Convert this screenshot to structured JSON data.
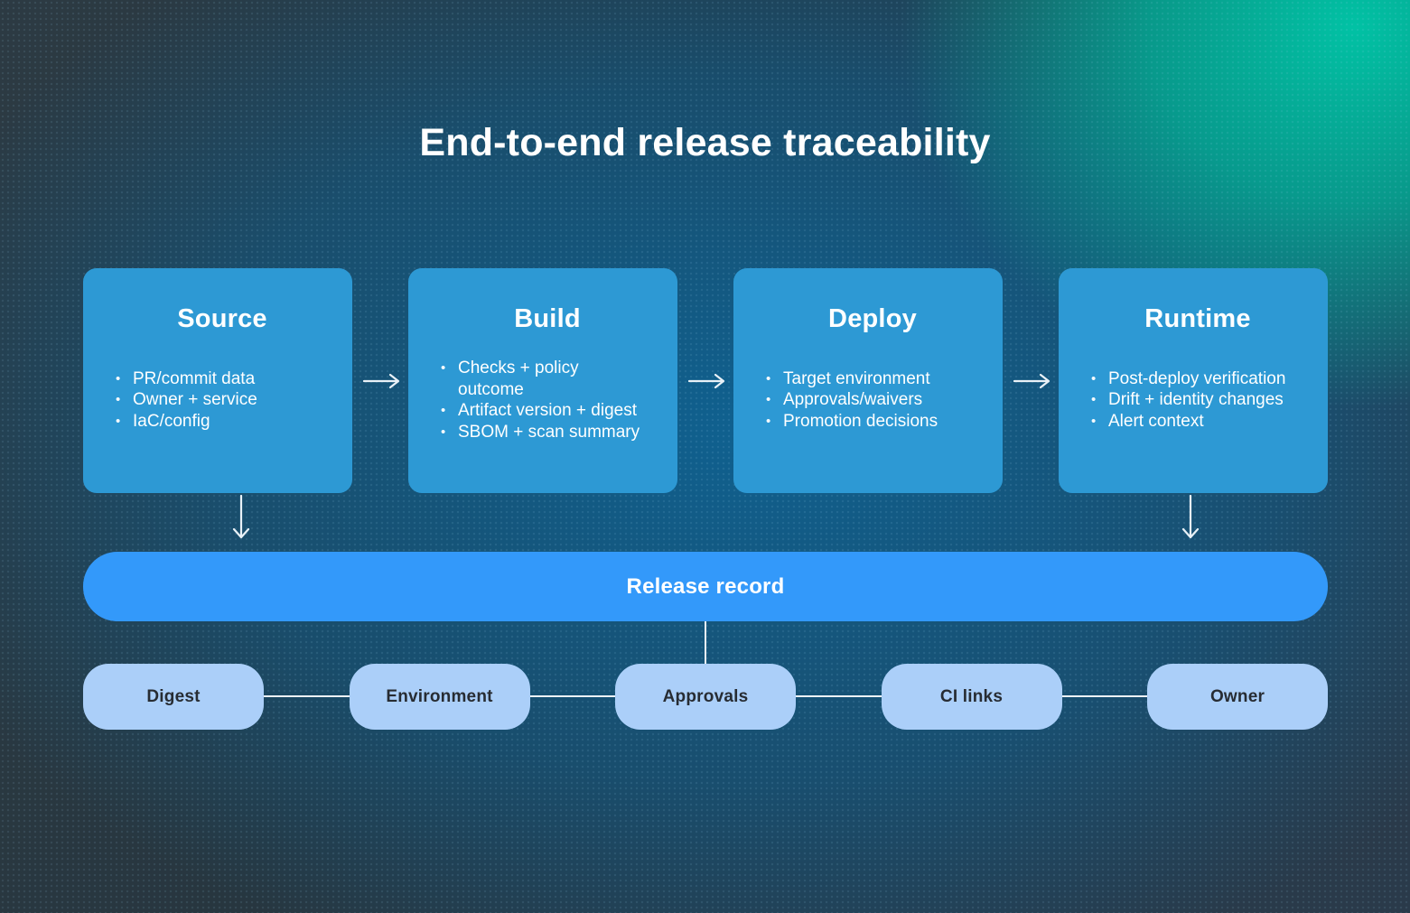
{
  "title": "End-to-end release traceability",
  "stages": [
    {
      "title": "Source",
      "bullets": [
        "PR/commit data",
        "Owner + service",
        "IaC/config"
      ]
    },
    {
      "title": "Build",
      "bullets": [
        "Checks + policy outcome",
        "Artifact version + digest",
        "SBOM + scan summary"
      ]
    },
    {
      "title": "Deploy",
      "bullets": [
        "Target environment",
        "Approvals/waivers",
        "Promotion decisions"
      ]
    },
    {
      "title": "Runtime",
      "bullets": [
        "Post-deploy verification",
        "Drift + identity changes",
        "Alert context"
      ]
    }
  ],
  "release_record": {
    "label": "Release record"
  },
  "record_fields": [
    {
      "label": "Digest"
    },
    {
      "label": "Environment"
    },
    {
      "label": "Approvals"
    },
    {
      "label": "CI links"
    },
    {
      "label": "Owner"
    }
  ],
  "colors": {
    "stage_fill": "#2d99d4",
    "release_bar_fill": "#3399fa",
    "chip_fill": "#abcff9",
    "chip_text": "#272c33",
    "connector": "#e9f1f7",
    "title_text": "#ffffff",
    "background_teal_glow": "#00c4a6",
    "background_blue_glow": "#0e6394",
    "background_dark": "#27363f"
  }
}
